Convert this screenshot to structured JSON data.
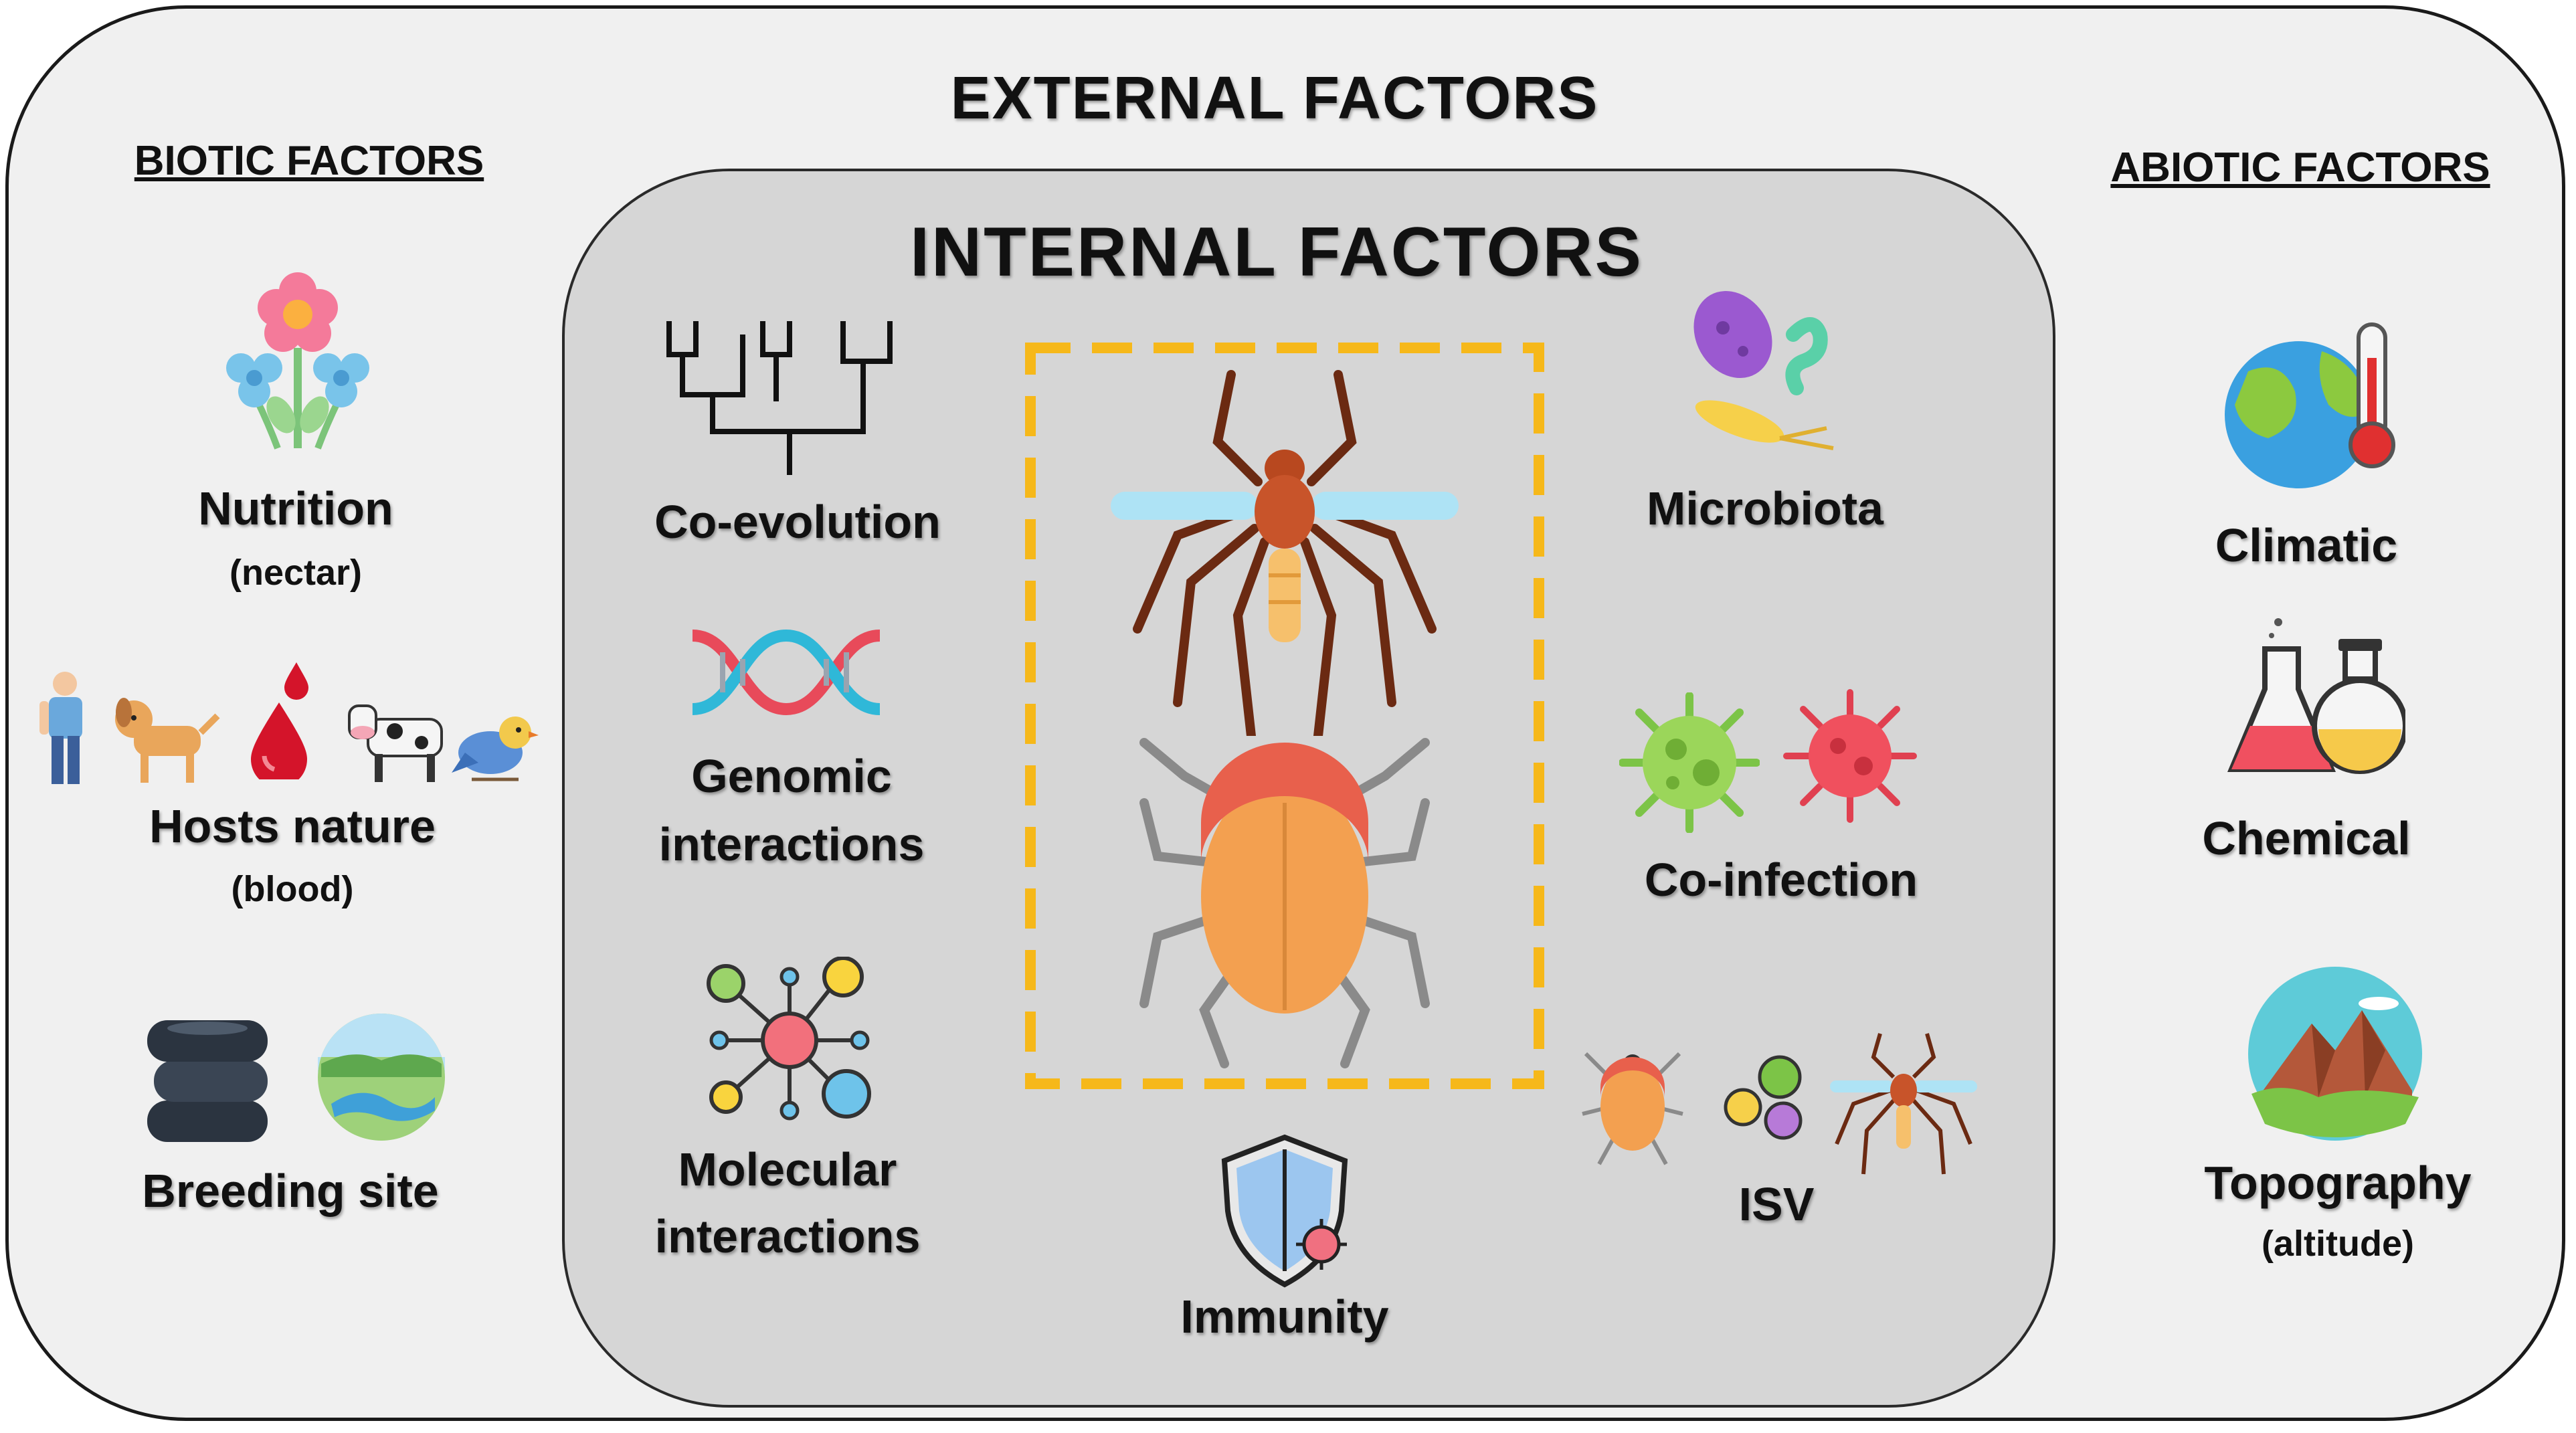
{
  "titles": {
    "external": "EXTERNAL FACTORS",
    "internal": "INTERNAL FACTORS",
    "biotic": "BIOTIC FACTORS",
    "abiotic": "ABIOTIC FACTORS"
  },
  "biotic": {
    "nutrition": "Nutrition",
    "nutrition_sub": "(nectar)",
    "hosts": "Hosts nature",
    "hosts_sub": "(blood)",
    "breeding": "Breeding site"
  },
  "internal": {
    "coevolution": "Co-evolution",
    "genomic_1": "Genomic",
    "genomic_2": "interactions",
    "molecular_1": "Molecular",
    "molecular_2": "interactions",
    "immunity": "Immunity",
    "microbiota": "Microbiota",
    "coinfection": "Co-infection",
    "isv": "ISV"
  },
  "abiotic": {
    "climatic": "Climatic",
    "chemical": "Chemical",
    "topography": "Topography",
    "topography_sub": "(altitude)"
  },
  "colors": {
    "dashed_box": "#f6b81a",
    "outer_bg": "#f0f0f0",
    "inner_bg": "#d6d6d6"
  }
}
